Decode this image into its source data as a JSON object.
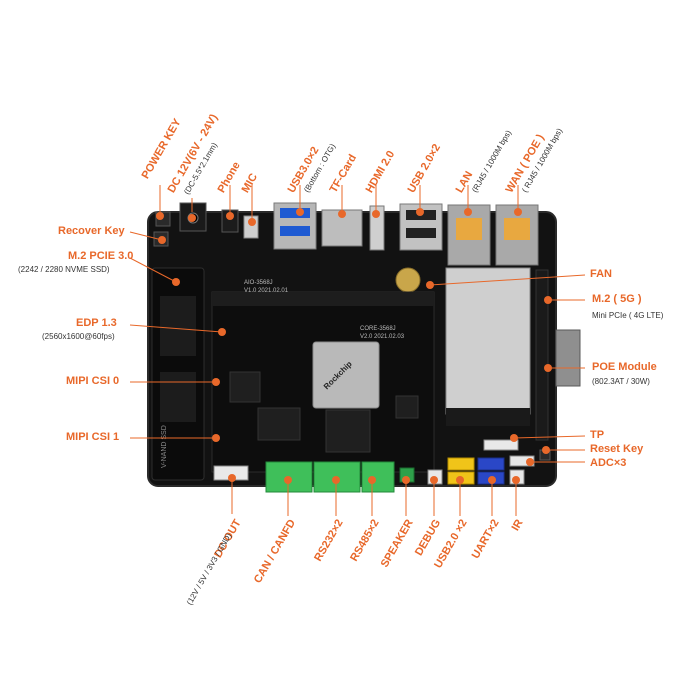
{
  "colors": {
    "accent": "#e8682a",
    "board": "#111111",
    "text_dark": "#333333"
  },
  "labels": {
    "power_key": "POWER KEY",
    "dc_in": "DC 12V(6V - 24V)",
    "dc_in_sub": "(DC-5.5*2.1mm)",
    "phone": "Phone",
    "mic": "MIC",
    "usb3": "USB3.0×2",
    "usb3_sub": "(Bottom : OTG)",
    "tf_card": "TF-Card",
    "hdmi": "HDMI 2.0",
    "usb2_top": "USB 2.0×2",
    "lan": "LAN",
    "lan_sub": "(RJ45 / 1000M bps)",
    "wan": "WAN ( POE )",
    "wan_sub": "( RJ45 / 1000M bps)",
    "recover_key": "Recover Key",
    "m2_pcie": "M.2  PCIE 3.0",
    "m2_pcie_sub": "(2242 / 2280 NVME SSD)",
    "edp": "EDP 1.3",
    "edp_sub": "(2560x1600@60fps)",
    "mipi_csi0": "MIPI CSI 0",
    "mipi_csi1": "MIPI CSI 1",
    "fan": "FAN",
    "m2_5g": "M.2 ( 5G )",
    "m2_5g_sub": "Mini PCIe ( 4G LTE)",
    "poe": "POE Module",
    "poe_sub": "(802.3AT  / 30W)",
    "tp": "TP",
    "reset_key": "Reset Key",
    "adc": "ADC×3",
    "dc_out": "DC OUT",
    "dc_out_sub": "(12V / 5V / 3V3 / GND)",
    "can": "CAN / CANFD",
    "rs232": "RS232×2",
    "rs485": "RS485×2",
    "speaker": "SPEAKER",
    "debug": "DEBUG",
    "usb2_bottom": "USB2.0 ×2",
    "uart": "UART×2",
    "ir": "IR"
  },
  "board_text": {
    "core_module": "CORE-3568J",
    "core_version": "V2.0  2021.02.03",
    "soc_brand": "Rockchip",
    "ssd": "V-NAND SSD",
    "board_model": "AIO-3568J",
    "board_version": "V1.0  2021.02.01"
  }
}
